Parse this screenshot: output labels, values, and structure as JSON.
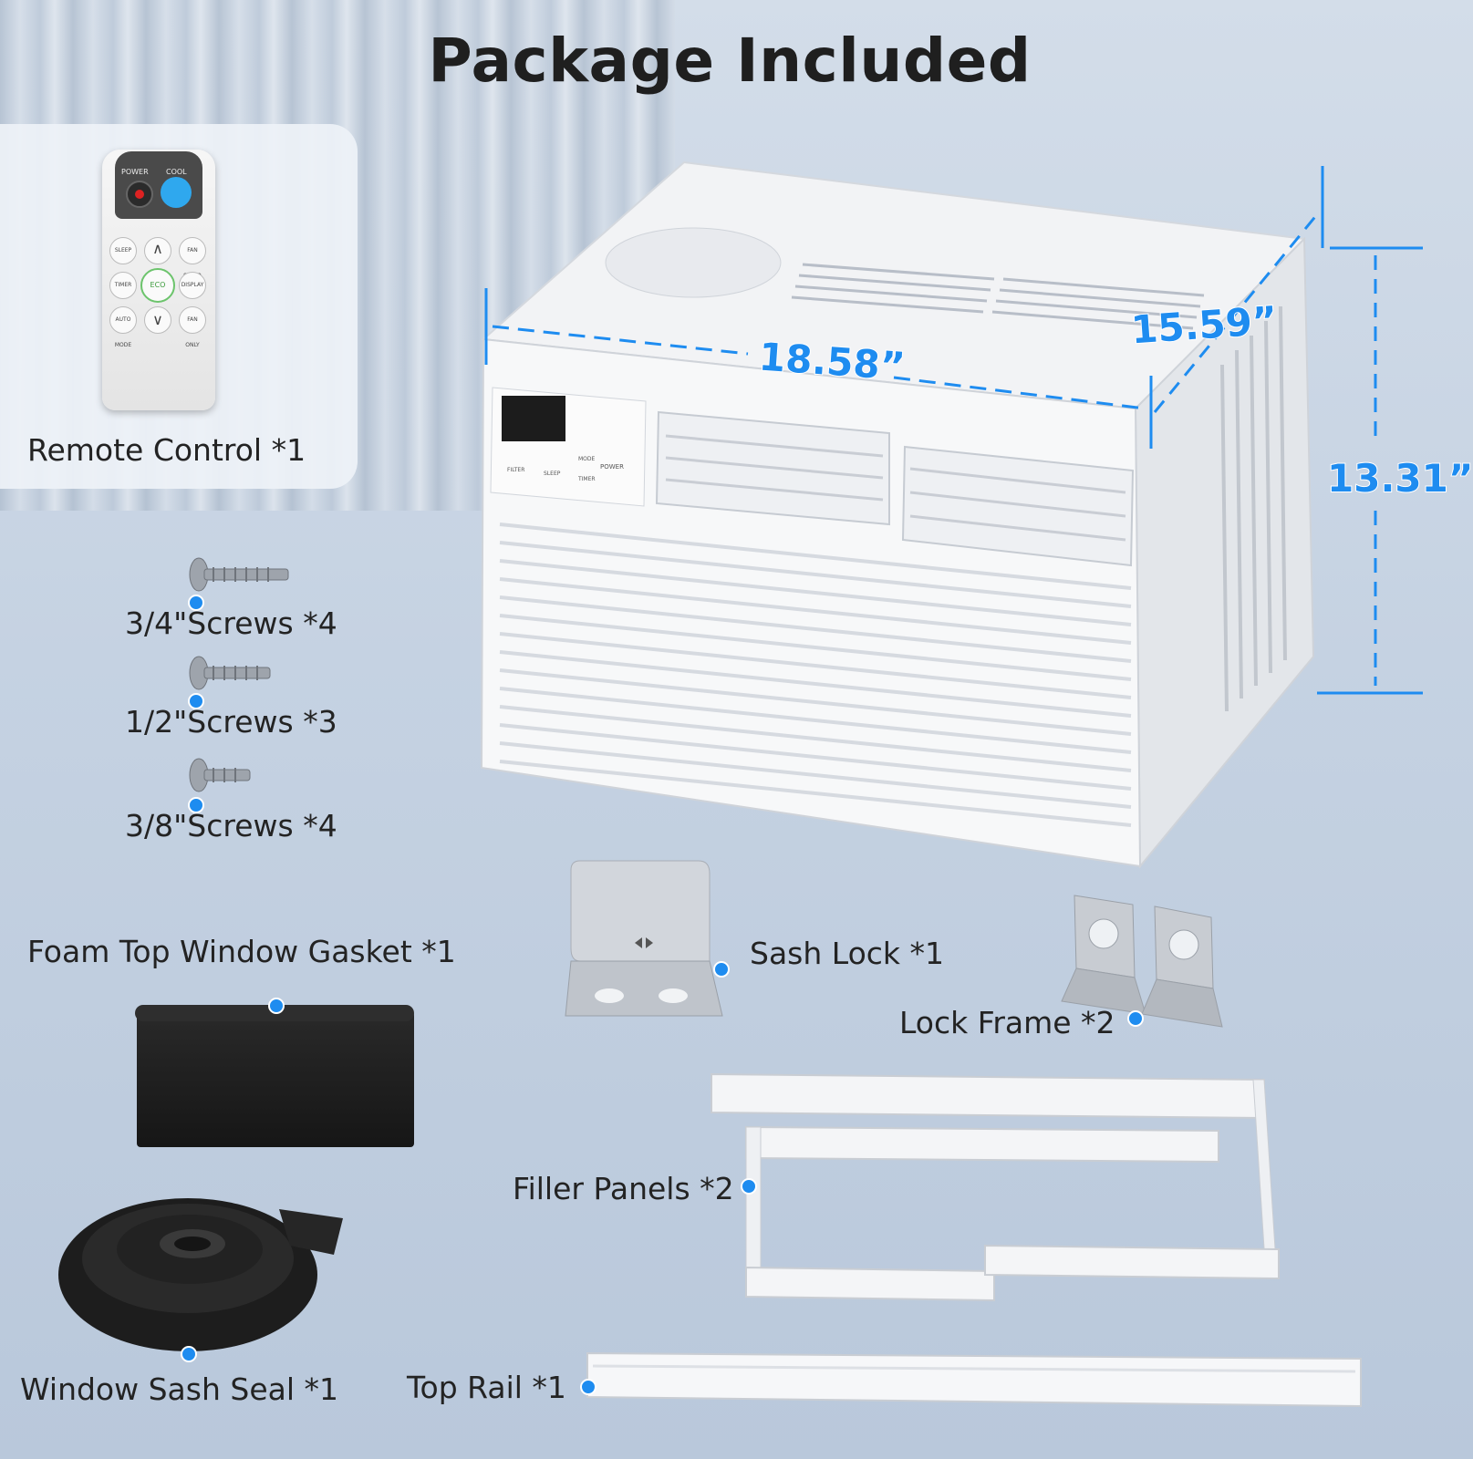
{
  "title": "Package Included",
  "dimensions": {
    "width": "18.58”",
    "depth": "15.59”",
    "height": "13.31”"
  },
  "items": {
    "remote_control": "Remote Control *1",
    "screws_3_4": "3/4\"Screws *4",
    "screws_1_2": "1/2\"Screws *3",
    "screws_3_8": "3/8\"Screws *4",
    "foam_gasket": "Foam Top Window Gasket *1",
    "sash_seal": "Window Sash Seal *1",
    "sash_lock": "Sash Lock *1",
    "lock_frame": "Lock Frame *2",
    "filler_panels": "Filler Panels *2",
    "top_rail": "Top Rail *1"
  },
  "remote": {
    "power": "POWER",
    "cool": "COOL",
    "sleep": "SLEEP",
    "fan_speed": "FAN SPEED",
    "timer": "TIMER",
    "eco": "ECO",
    "display": "DISPLAY",
    "auto_mode": "AUTO MODE",
    "fan_only": "FAN ONLY"
  },
  "ac_panel": {
    "power": "POWER",
    "mode": "MODE",
    "timer": "TIMER",
    "filter": "FILTER",
    "sleep": "SLEEP"
  },
  "colors": {
    "accent": "#1e8cf0",
    "background": "#c5d2e2",
    "text": "#232323"
  }
}
